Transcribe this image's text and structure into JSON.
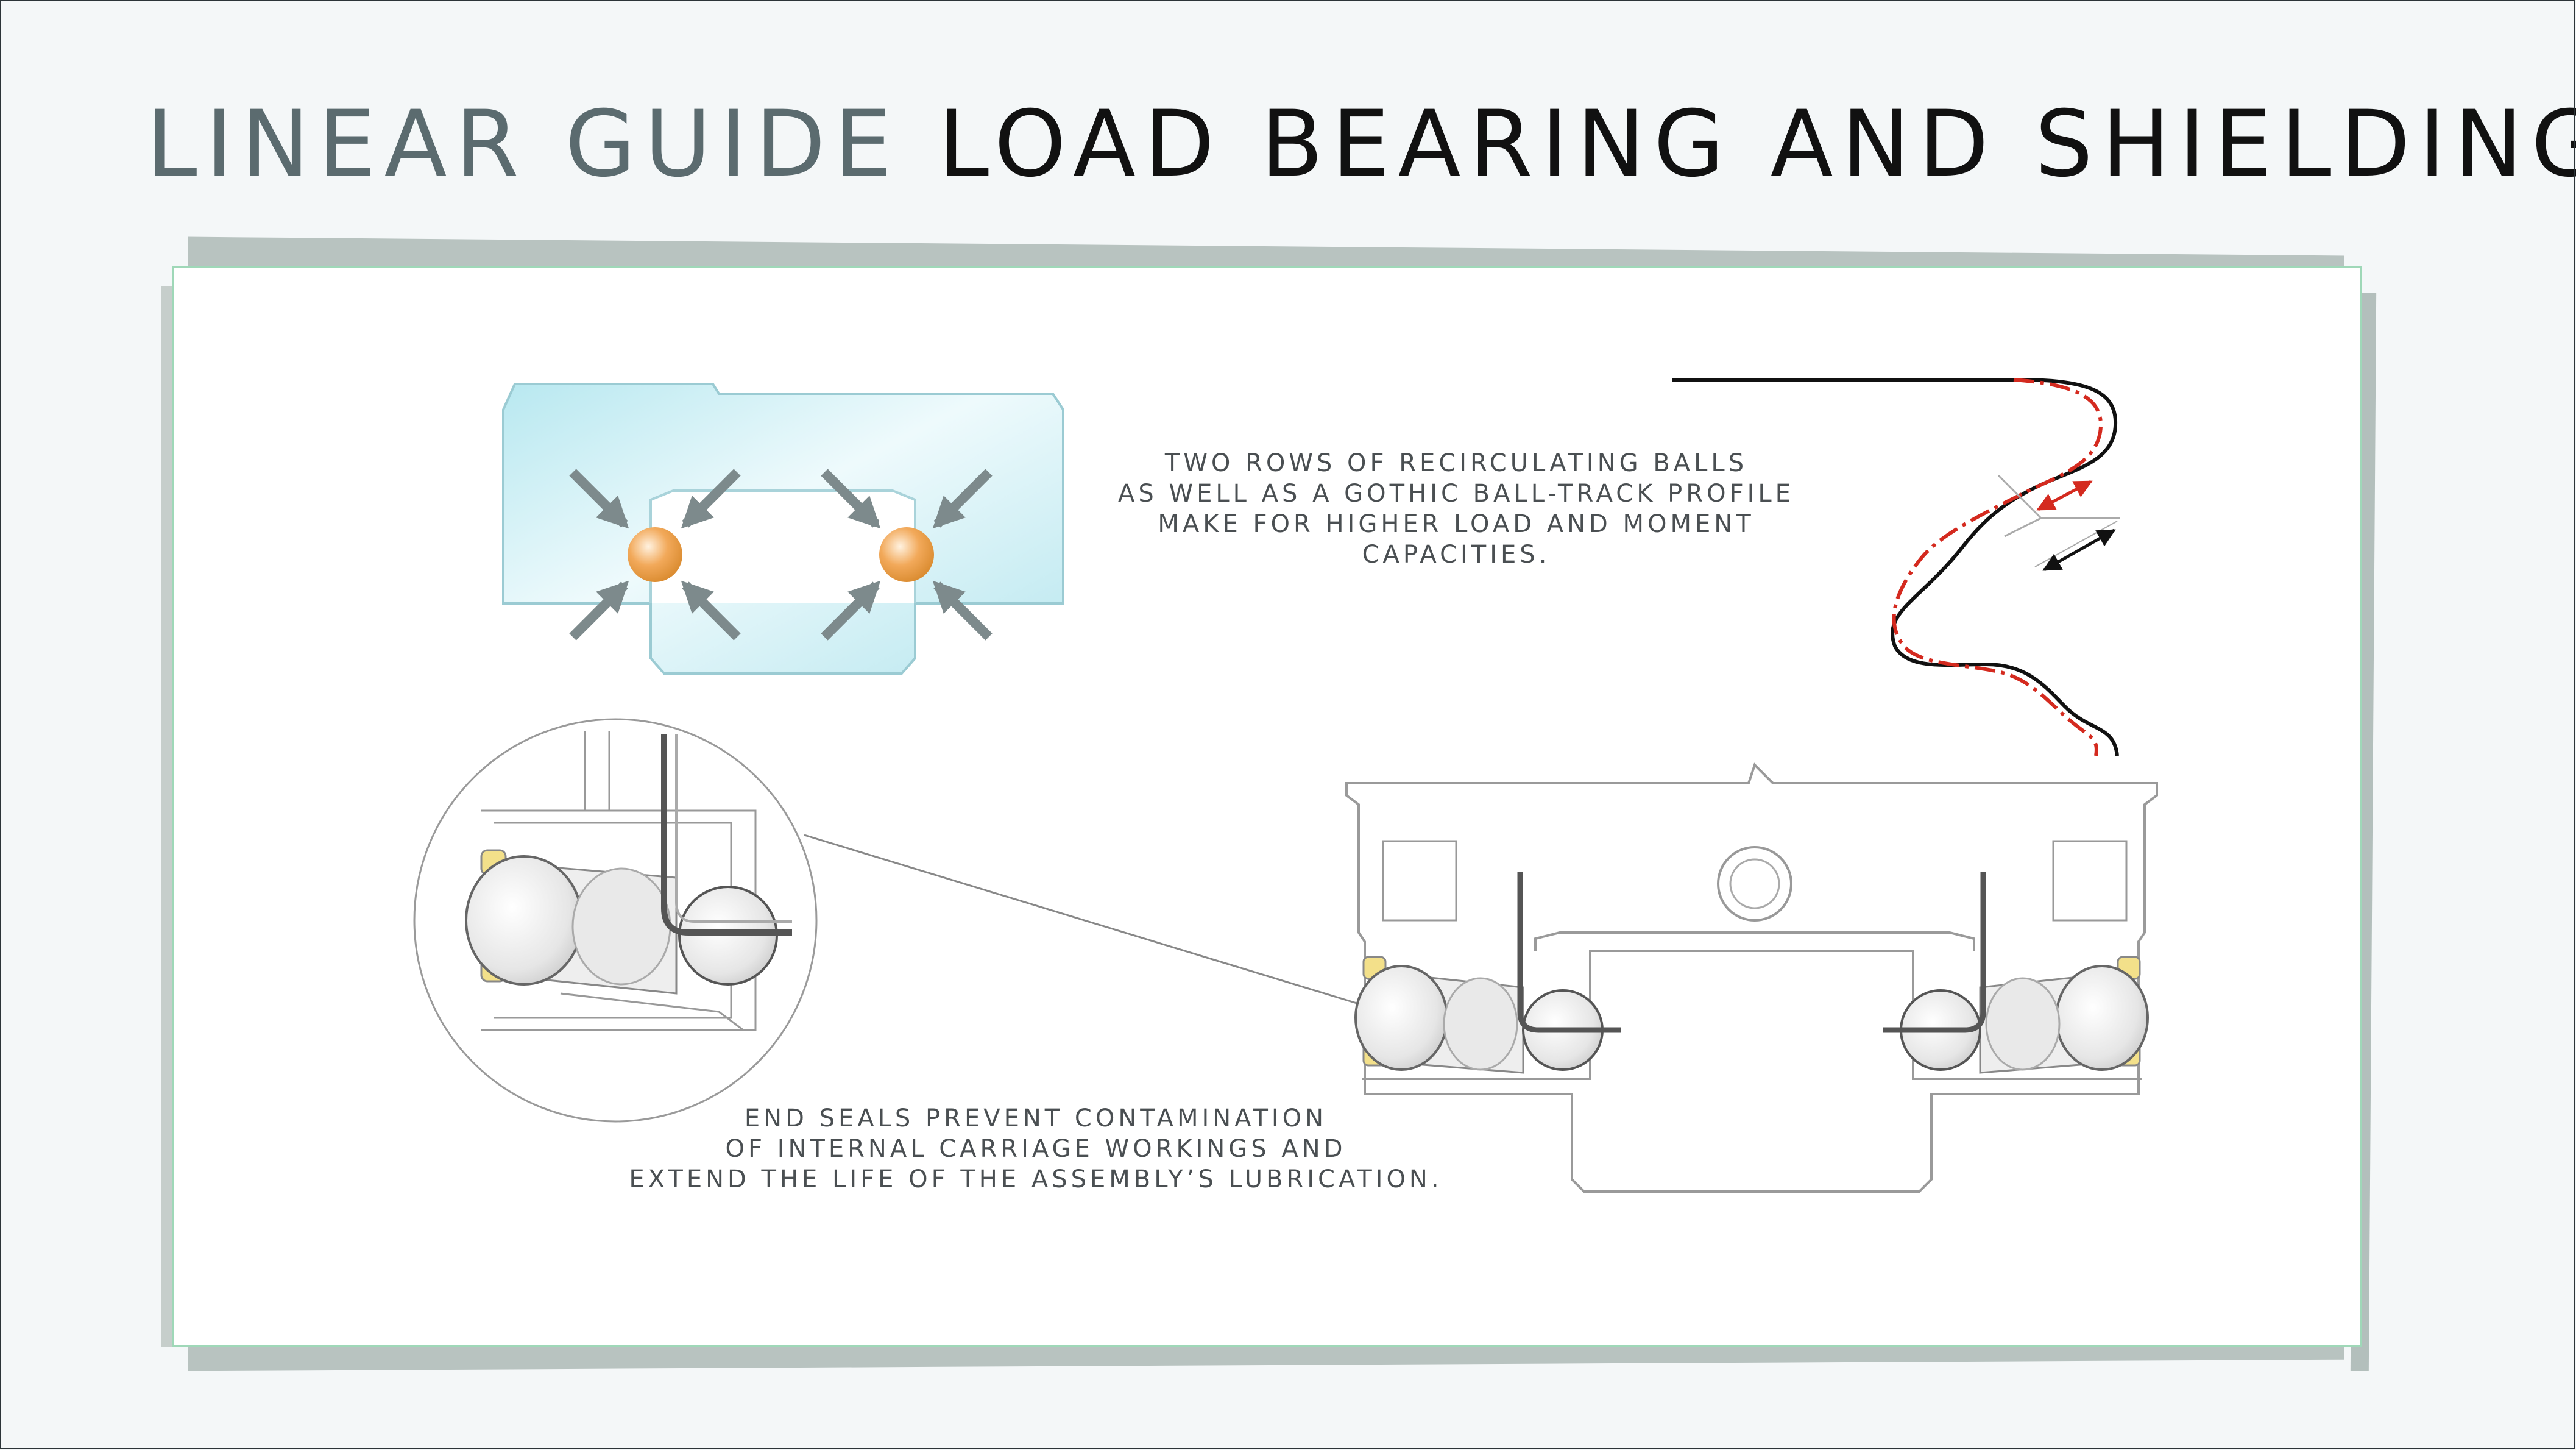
{
  "title": {
    "part1": "LINEAR GUIDE",
    "part2": "LOAD BEARING AND SHIELDING"
  },
  "caption_top": {
    "lines": [
      "TWO ROWS OF RECIRCULATING BALLS",
      "AS WELL AS A GOTHIC BALL-TRACK PROFILE",
      "MAKE FOR HIGHER LOAD AND MOMENT",
      "CAPACITIES."
    ]
  },
  "caption_bottom": {
    "lines": [
      "END SEALS PREVENT CONTAMINATION",
      "OF INTERNAL CARRIAGE WORKINGS AND",
      "EXTEND THE LIFE OF THE ASSEMBLY’S LUBRICATION."
    ]
  },
  "colors": {
    "title_light": "#5b6b6f",
    "title_dark": "#111111",
    "carriage_fill": "#c8eef4",
    "ball": "#f0a04a",
    "arrow": "#7d8a8c",
    "profile_red": "#d42a1f",
    "outline": "#8a8a8a"
  }
}
